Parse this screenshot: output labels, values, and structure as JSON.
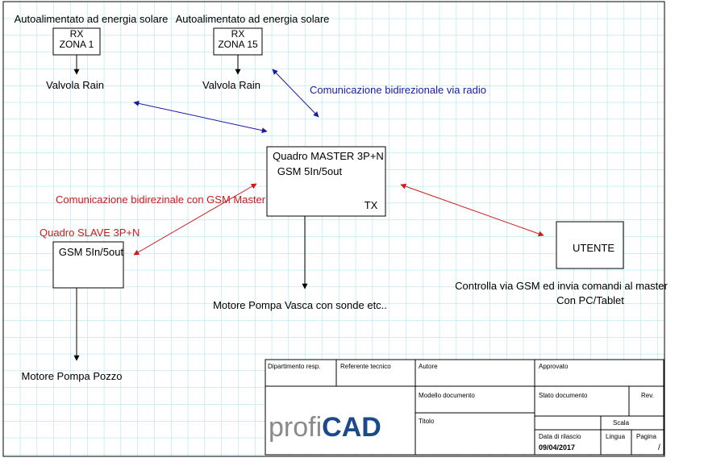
{
  "nodes": {
    "rx1": {
      "caption": "Autoalimentato ad energia solare",
      "line1": "RX",
      "line2": "ZONA 1",
      "output": "Valvola Rain"
    },
    "rx15": {
      "caption": "Autoalimentato ad energia solare",
      "line1": "RX",
      "line2": "ZONA 15",
      "output": "Valvola Rain"
    },
    "master": {
      "line1": "Quadro MASTER 3P+N",
      "line2": "GSM 5In/5out",
      "tag": "TX",
      "output": "Motore Pompa Vasca con sonde etc.."
    },
    "slave": {
      "caption": "Quadro SLAVE 3P+N",
      "line1": "GSM 5In/5out",
      "output": "Motore Pompa Pozzo"
    },
    "utente": {
      "label": "UTENTE",
      "note_line1": "Controlla via GSM ed invia comandi al master",
      "note_line2": "Con PC/Tablet"
    }
  },
  "links": {
    "radio": "Comunicazione bidirezionale  via radio",
    "gsm": "Comunicazione bidirezinale con GSM Master"
  },
  "colors": {
    "radio": "#1a1aa6",
    "gsm": "#cc1a1a",
    "grid": "#9fdfe8"
  },
  "title_block": {
    "dipartimento": "Dipartimento resp.",
    "referente": "Referente tecnico",
    "autore": "Autore",
    "approvato": "Approvato",
    "modello": "Modello documento",
    "stato": "Stato documento",
    "rev": "Rev.",
    "titolo": "Titolo",
    "scala": "Scala",
    "data_label": "Data di rilascio",
    "data_value": "09/04/2017",
    "lingua": "Lingua",
    "pagina": "Pagina",
    "pagina_value": "/",
    "logo_prefix": "profi",
    "logo_suffix": "CAD"
  }
}
